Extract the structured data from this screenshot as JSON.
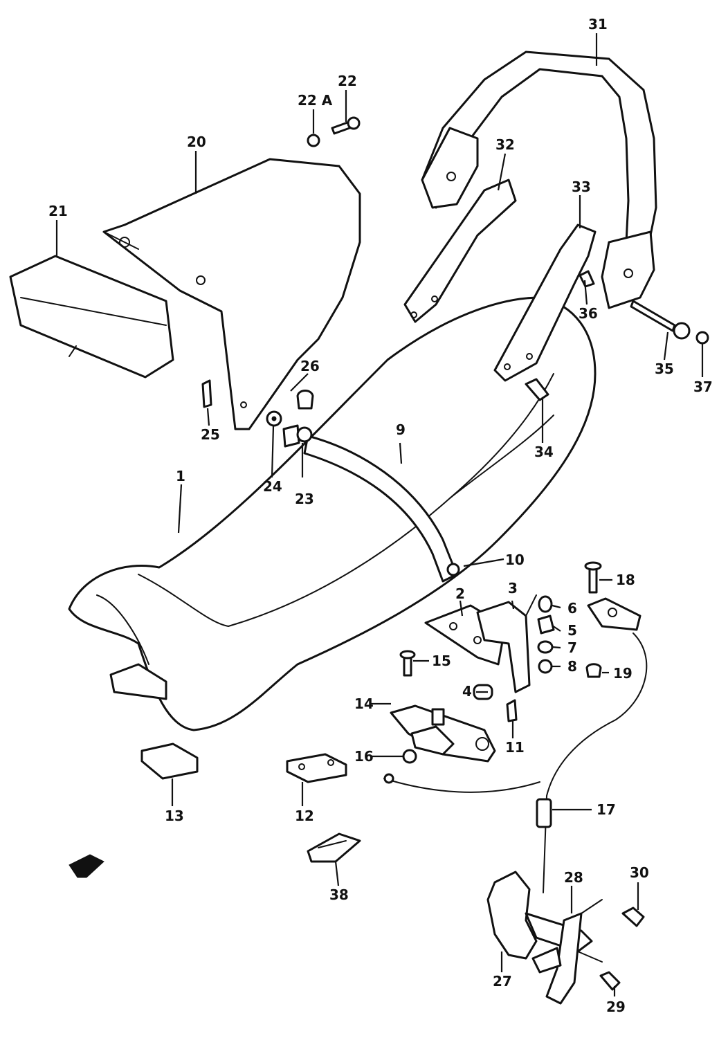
{
  "callouts": {
    "c1": "1",
    "c2": "2",
    "c3": "3",
    "c4": "4",
    "c5": "5",
    "c6": "6",
    "c7": "7",
    "c8": "8",
    "c9": "9",
    "c10": "10",
    "c11": "11",
    "c12": "12",
    "c13": "13",
    "c14": "14",
    "c15": "15",
    "c16": "16",
    "c17": "17",
    "c18": "18",
    "c19": "19",
    "c20": "20",
    "c21": "21",
    "c22": "22",
    "c22a": "22 A",
    "c23": "23",
    "c24": "24",
    "c25": "25",
    "c26": "26",
    "c27": "27",
    "c28": "28",
    "c29": "29",
    "c30": "30",
    "c31": "31",
    "c32": "32",
    "c33": "33",
    "c34": "34",
    "c35": "35",
    "c36": "36",
    "c37": "37",
    "c38": "38"
  },
  "colors": {
    "ink": "#111111",
    "paper": "#ffffff"
  }
}
